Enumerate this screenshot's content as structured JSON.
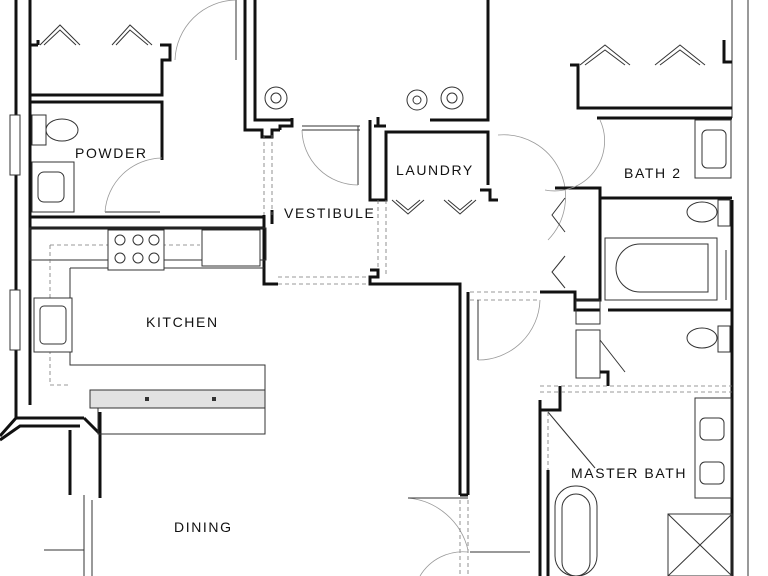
{
  "rooms": {
    "powder": "POWDER",
    "laundry": "LAUNDRY",
    "bath2": "BATH 2",
    "vestibule": "VESTIBULE",
    "kitchen": "KITCHEN",
    "master_bath": "MASTER BATH",
    "dining": "DINING"
  },
  "icons": {
    "toilet": "toilet-icon",
    "sink": "sink-icon",
    "stove": "stove-icon",
    "bathtub": "bathtub-icon",
    "shrub": "shrub-icon"
  },
  "colors": {
    "wall": "#111111",
    "island": "#e2e2e2"
  }
}
